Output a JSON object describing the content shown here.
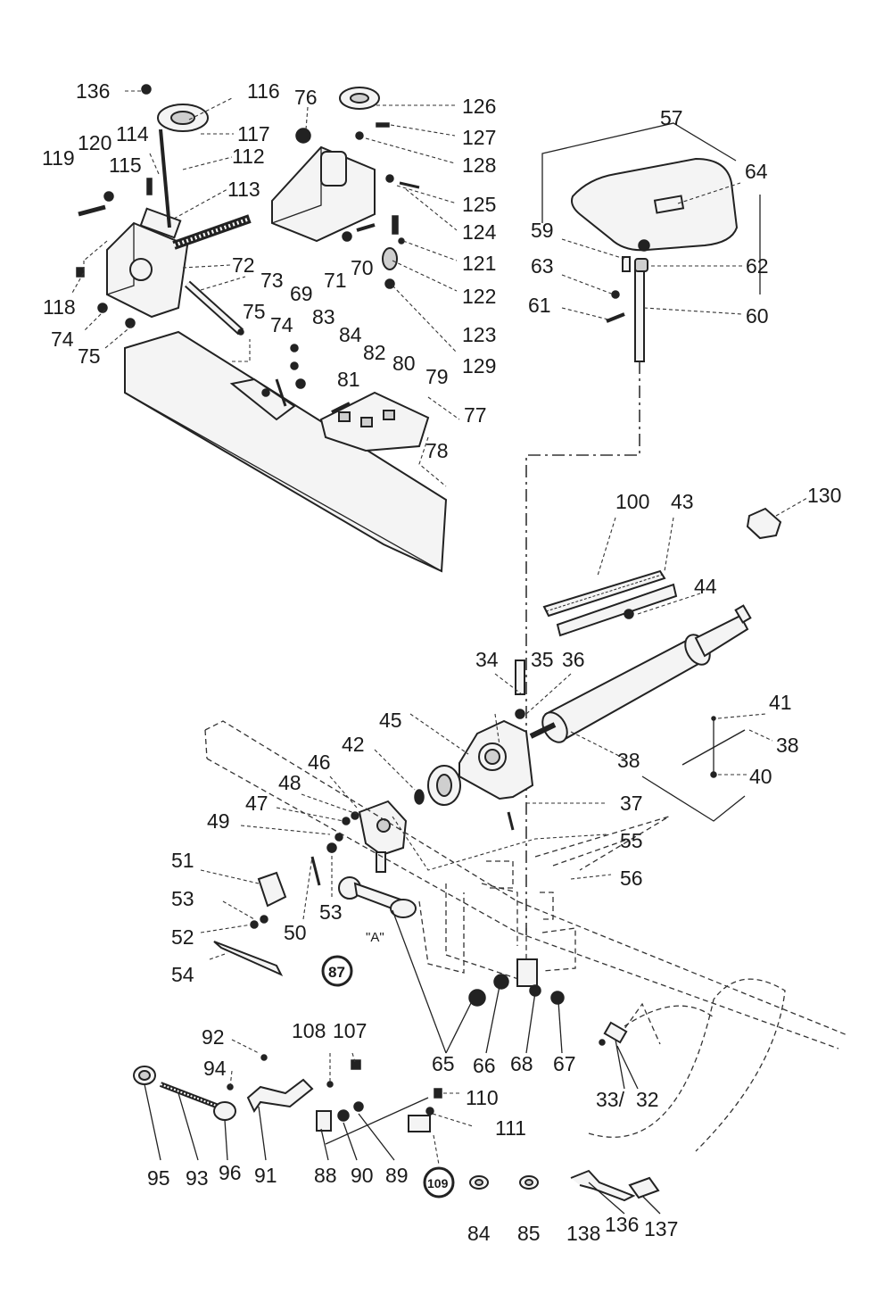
{
  "diagram": {
    "labels": {
      "l136a": "136",
      "l116": "116",
      "l76": "76",
      "l126": "126",
      "l117": "117",
      "l114": "114",
      "l120": "120",
      "l119": "119",
      "l112": "112",
      "l115": "115",
      "l113": "113",
      "l127": "127",
      "l128": "128",
      "l125": "125",
      "l124": "124",
      "l121": "121",
      "l122": "122",
      "l123": "123",
      "l129": "129",
      "l72": "72",
      "l73": "73",
      "l69": "69",
      "l71": "71",
      "l70": "70",
      "l118": "118",
      "l74a": "74",
      "l75a": "75",
      "l75b": "75",
      "l74b": "74",
      "l83": "83",
      "l84a": "84",
      "l82": "82",
      "l80": "80",
      "l81": "81",
      "l79": "79",
      "l77": "77",
      "l78": "78",
      "l57": "57",
      "l64": "64",
      "l59": "59",
      "l63": "63",
      "l62": "62",
      "l61": "61",
      "l60": "60",
      "l130": "130",
      "l100": "100",
      "l43": "43",
      "l44": "44",
      "l34": "34",
      "l35": "35",
      "l36": "36",
      "l41": "41",
      "l38a": "38",
      "l38b": "38",
      "l40": "40",
      "l45": "45",
      "l42": "42",
      "l46": "46",
      "l48": "48",
      "l47": "47",
      "l49": "49",
      "l37": "37",
      "l55": "55",
      "l56": "56",
      "l51": "51",
      "l53a": "53",
      "l53b": "53",
      "l52": "52",
      "l50": "50",
      "l87": "87",
      "lA": "\"A\"",
      "l54": "54",
      "l65": "65",
      "l66": "66",
      "l68": "68",
      "l67": "67",
      "l33": "33/",
      "l32": "32",
      "l92": "92",
      "l108": "108",
      "l107": "107",
      "l94": "94",
      "l110": "110",
      "l111": "111",
      "l95": "95",
      "l93": "93",
      "l96": "96",
      "l91": "91",
      "l88": "88",
      "l90": "90",
      "l89": "89",
      "l109": "109",
      "l84b": "84",
      "l85": "85",
      "l138": "138",
      "l136b": "136",
      "l137": "137"
    }
  }
}
